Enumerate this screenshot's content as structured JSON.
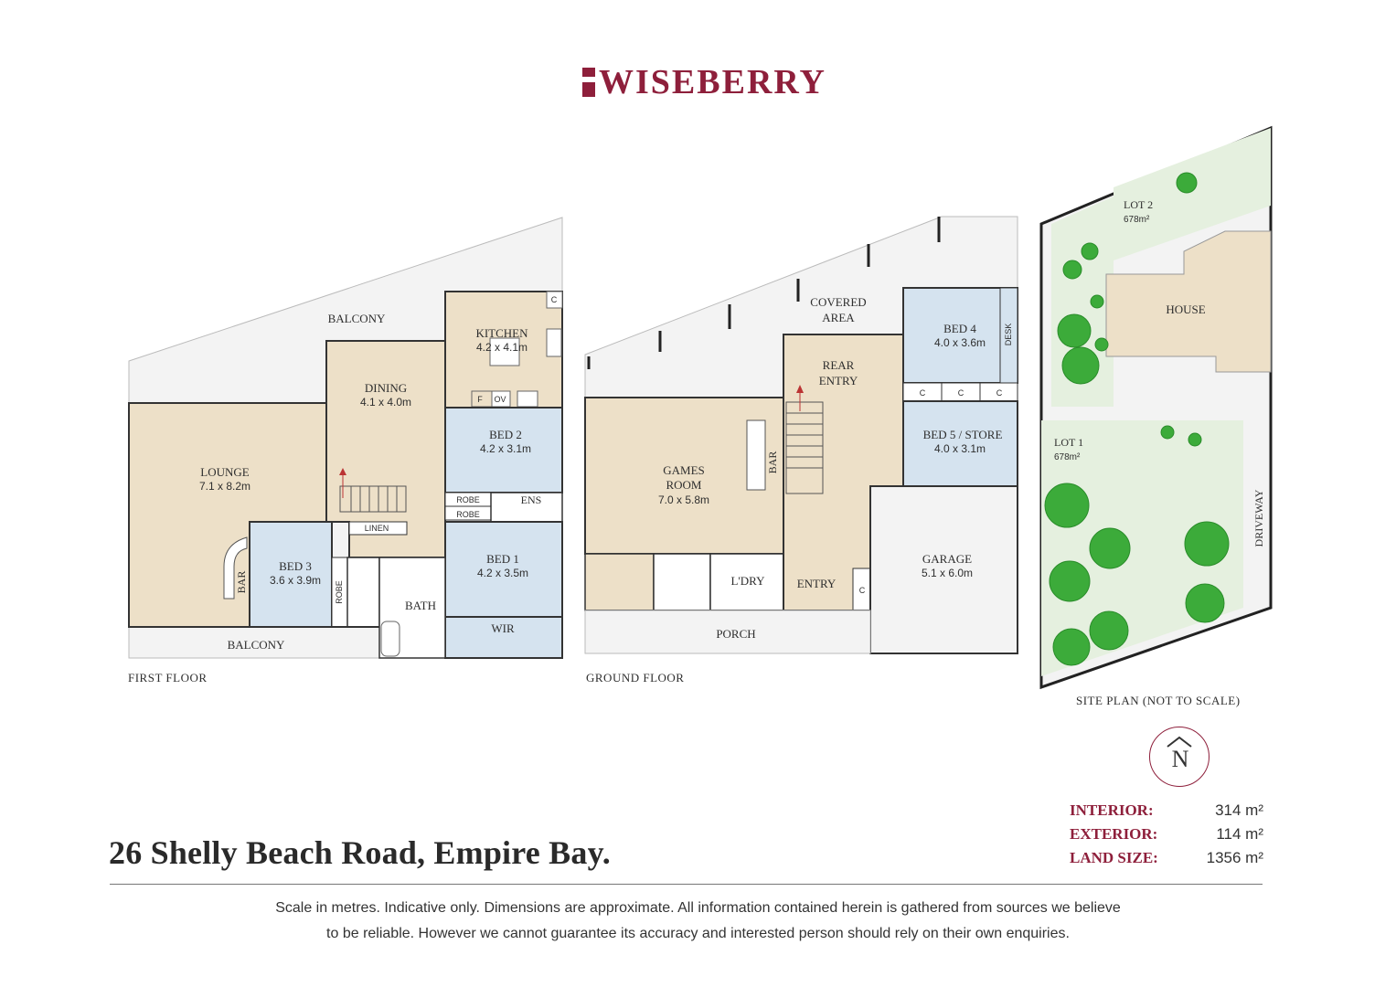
{
  "brand": {
    "name": "WISEBERRY",
    "accent_color": "#8e1f3b"
  },
  "address": "26 Shelly Beach Road, Empire Bay.",
  "floors": {
    "first": "FIRST FLOOR",
    "ground": "GROUND FLOOR",
    "site": "SITE PLAN (NOT TO SCALE)"
  },
  "rooms": {
    "balcony_top": "BALCONY",
    "kitchen": "KITCHEN",
    "kitchen_dim": "4.2 x 4.1m",
    "dining": "DINING",
    "dining_dim": "4.1 x 4.0m",
    "lounge": "LOUNGE",
    "lounge_dim": "7.1 x 8.2m",
    "bed2": "BED 2",
    "bed2_dim": "4.2 x 3.1m",
    "robe": "ROBE",
    "ens": "ENS",
    "linen": "LINEN",
    "bed3": "BED 3",
    "bed3_dim": "3.6 x 3.9m",
    "bar": "BAR",
    "bath": "BATH",
    "bed1": "BED 1",
    "bed1_dim": "4.2 x 3.5m",
    "wir": "WIR",
    "balcony_bottom": "BALCONY",
    "covered_area": [
      "COVERED",
      "AREA"
    ],
    "bed4": "BED 4",
    "bed4_dim": "4.0 x 3.6m",
    "desk": "DESK",
    "rear_entry": [
      "REAR",
      "ENTRY"
    ],
    "bed5": "BED 5 / STORE",
    "bed5_dim": "4.0 x 3.1m",
    "games_room": [
      "GAMES",
      "ROOM"
    ],
    "games_dim": "7.0 x 5.8m",
    "garage": "GARAGE",
    "garage_dim": "5.1 x 6.0m",
    "ldry": "L'DRY",
    "entry": "ENTRY",
    "porch": "PORCH",
    "c": "C",
    "f": "F",
    "ov": "OV"
  },
  "site": {
    "lot2": "LOT 2",
    "lot2_area": "678m²",
    "lot1": "LOT 1",
    "lot1_area": "678m²",
    "house": "HOUSE",
    "driveway": "DRIVEWAY"
  },
  "compass_letter": "N",
  "areas": [
    {
      "label": "INTERIOR:",
      "value": "314 m²"
    },
    {
      "label": "EXTERIOR:",
      "value": "114 m²"
    },
    {
      "label": "LAND SIZE:",
      "value": "1356 m²"
    }
  ],
  "disclaimer": [
    "Scale in metres. Indicative only. Dimensions are approximate. All information contained herein is gathered from sources we believe",
    "to be reliable. However we cannot guarantee its accuracy and interested person should rely on their own enquiries."
  ],
  "colors": {
    "living": "#ede0c8",
    "bedroom": "#d5e3ef",
    "wet": "#ffffff",
    "outdoor": "#f3f3f3",
    "garden": "#e5f0df",
    "tree": "#3cab3a",
    "house_site": "#ede0c8"
  }
}
